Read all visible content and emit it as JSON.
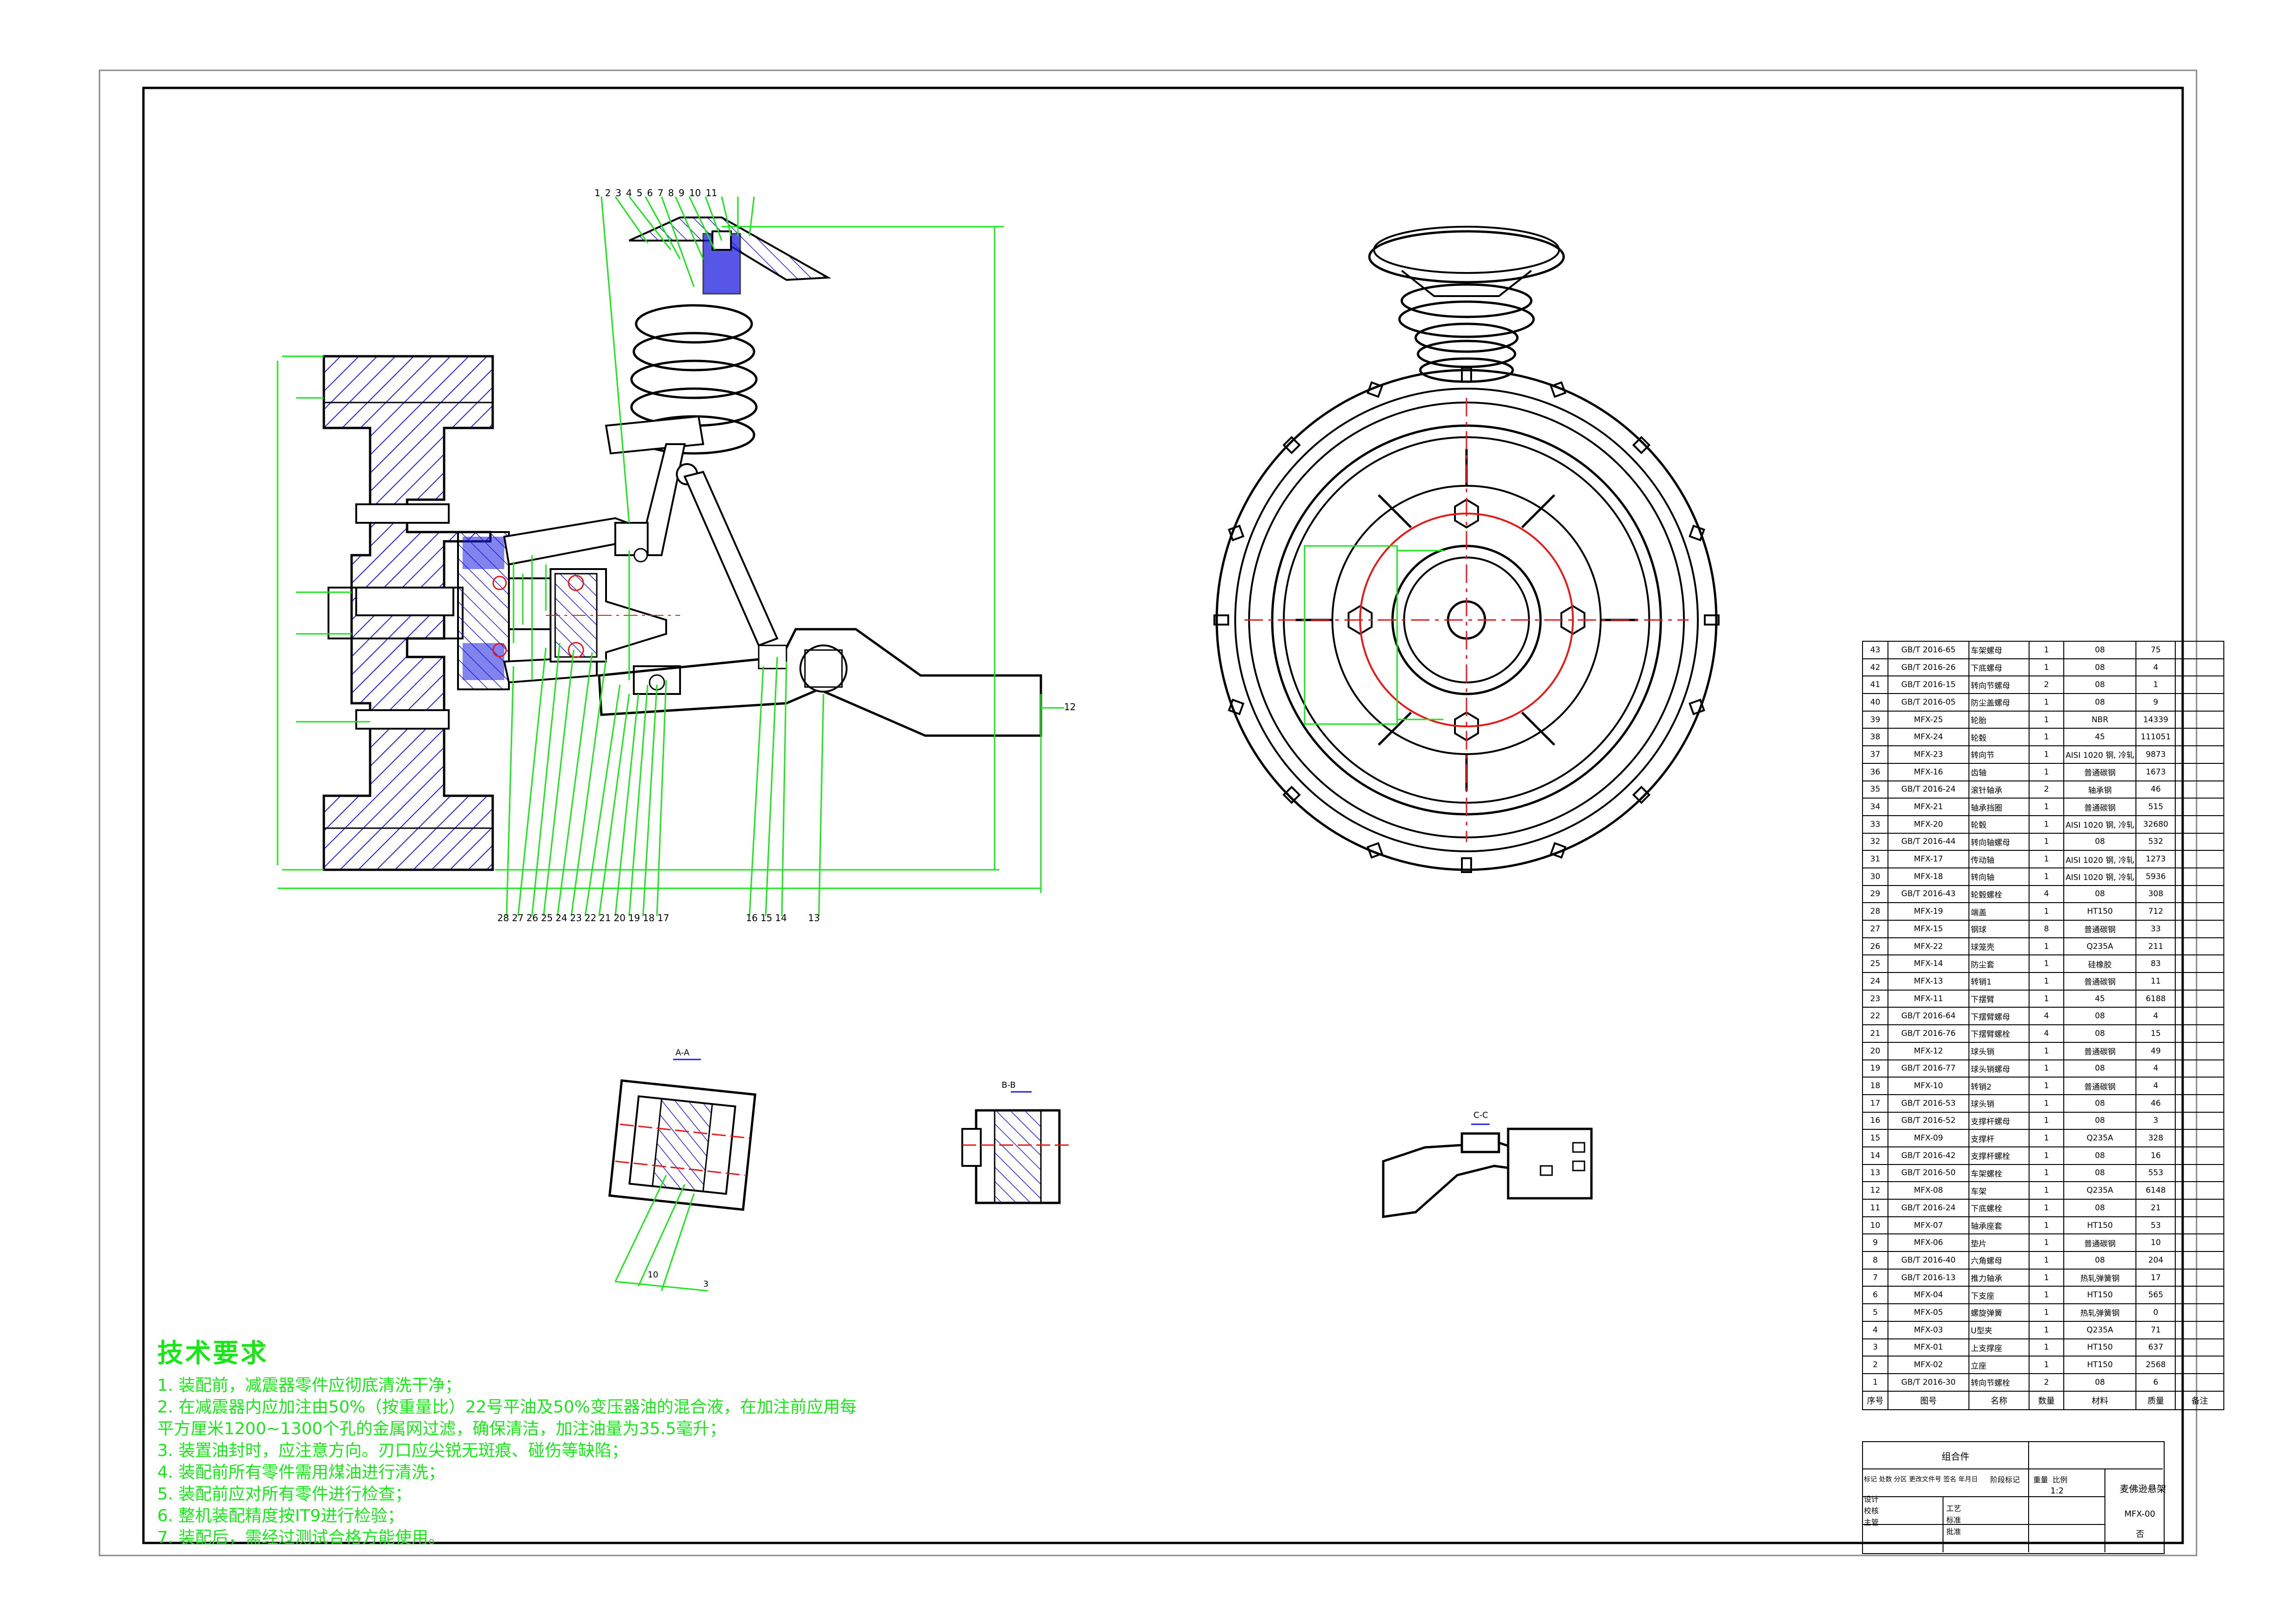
{
  "drawing": {
    "part_number": "MFX-00",
    "title": "麦佛逊悬架",
    "scale": "1:2",
    "assembly_label": "组合件",
    "sheet_mark": "否"
  },
  "title_block_labels": {
    "header_row": "标记 处数 分区 更改文件号 签名 年月日",
    "stage_mark": "阶段标记",
    "weight": "重量",
    "ratio": "比例",
    "design": "设计",
    "check": "校核",
    "supervisor": "主管",
    "craft": "工艺",
    "standard": "标准",
    "approve": "批准"
  },
  "section_labels": {
    "a": "A-A",
    "b": "B-B",
    "c": "C-C"
  },
  "balloons_top": [
    "1",
    "2",
    "3",
    "4",
    "5",
    "6",
    "7",
    "8",
    "9",
    "10",
    "11"
  ],
  "balloons_bottom": [
    "28",
    "27",
    "26",
    "25",
    "24",
    "23",
    "22",
    "21",
    "20",
    "19",
    "18",
    "17",
    "16",
    "15",
    "14",
    "13"
  ],
  "balloon_right": "12",
  "section_a_dims": [
    "10",
    "3"
  ],
  "tech_requirements": {
    "title": "技术要求",
    "lines": [
      "1. 装配前，减震器零件应彻底清洗干净；",
      "2. 在减震器内应加注由50%（按重量比）22号平油及50%变压器油的混合液，在加注前应用每",
      "平方厘米1200~1300个孔的金属网过滤，确保清洁，加注油量为35.5毫升；",
      "3. 装置油封时，应注意方向。刃口应尖锐无斑痕、碰伤等缺陷；",
      "4. 装配前所有零件需用煤油进行清洗；",
      "5. 装配前应对所有零件进行检查；",
      "6. 整机装配精度按IT9进行检验；",
      "7. 装配后，需经过测试合格方能使用。"
    ]
  },
  "bom_header": [
    "序号",
    "图号",
    "名称",
    "数量",
    "材料",
    "质量",
    "备注"
  ],
  "bom": [
    [
      "43",
      "GB/T 2016-65",
      "车架螺母",
      "1",
      "08",
      "75",
      ""
    ],
    [
      "42",
      "GB/T 2016-26",
      "下底螺母",
      "1",
      "08",
      "4",
      ""
    ],
    [
      "41",
      "GB/T 2016-15",
      "转向节螺母",
      "2",
      "08",
      "1",
      ""
    ],
    [
      "40",
      "GB/T 2016-05",
      "防尘盖螺母",
      "1",
      "08",
      "9",
      ""
    ],
    [
      "39",
      "MFX-25",
      "轮胎",
      "1",
      "NBR",
      "14339",
      ""
    ],
    [
      "38",
      "MFX-24",
      "轮毂",
      "1",
      "45",
      "111051",
      ""
    ],
    [
      "37",
      "MFX-23",
      "转向节",
      "1",
      "AISI 1020 钢, 冷轧",
      "9873",
      ""
    ],
    [
      "36",
      "MFX-16",
      "齿轴",
      "1",
      "普通碳钢",
      "1673",
      ""
    ],
    [
      "35",
      "GB/T 2016-24",
      "滚针轴承",
      "2",
      "轴承钢",
      "46",
      ""
    ],
    [
      "34",
      "MFX-21",
      "轴承挡圈",
      "1",
      "普通碳钢",
      "515",
      ""
    ],
    [
      "33",
      "MFX-20",
      "轮毂",
      "1",
      "AISI 1020 钢, 冷轧",
      "32680",
      ""
    ],
    [
      "32",
      "GB/T 2016-44",
      "转向轴螺母",
      "1",
      "08",
      "532",
      ""
    ],
    [
      "31",
      "MFX-17",
      "传动轴",
      "1",
      "AISI 1020 钢, 冷轧",
      "1273",
      ""
    ],
    [
      "30",
      "MFX-18",
      "转向轴",
      "1",
      "AISI 1020 钢, 冷轧",
      "5936",
      ""
    ],
    [
      "29",
      "GB/T 2016-43",
      "轮毂螺栓",
      "4",
      "08",
      "308",
      ""
    ],
    [
      "28",
      "MFX-19",
      "端盖",
      "1",
      "HT150",
      "712",
      ""
    ],
    [
      "27",
      "MFX-15",
      "钢球",
      "8",
      "普通碳钢",
      "33",
      ""
    ],
    [
      "26",
      "MFX-22",
      "球笼壳",
      "1",
      "Q235A",
      "211",
      ""
    ],
    [
      "25",
      "MFX-14",
      "防尘套",
      "1",
      "硅橡胶",
      "83",
      ""
    ],
    [
      "24",
      "MFX-13",
      "转销1",
      "1",
      "普通碳钢",
      "11",
      ""
    ],
    [
      "23",
      "MFX-11",
      "下摆臂",
      "1",
      "45",
      "6188",
      ""
    ],
    [
      "22",
      "GB/T 2016-64",
      "下摆臂螺母",
      "4",
      "08",
      "4",
      ""
    ],
    [
      "21",
      "GB/T 2016-76",
      "下摆臂螺栓",
      "4",
      "08",
      "15",
      ""
    ],
    [
      "20",
      "MFX-12",
      "球头销",
      "1",
      "普通碳钢",
      "49",
      ""
    ],
    [
      "19",
      "GB/T 2016-77",
      "球头销螺母",
      "1",
      "08",
      "4",
      ""
    ],
    [
      "18",
      "MFX-10",
      "转销2",
      "1",
      "普通碳钢",
      "4",
      ""
    ],
    [
      "17",
      "GB/T 2016-53",
      "球头销",
      "1",
      "08",
      "46",
      ""
    ],
    [
      "16",
      "GB/T 2016-52",
      "支撑杆螺母",
      "1",
      "08",
      "3",
      ""
    ],
    [
      "15",
      "MFX-09",
      "支撑杆",
      "1",
      "Q235A",
      "328",
      ""
    ],
    [
      "14",
      "GB/T 2016-42",
      "支撑杆螺栓",
      "1",
      "08",
      "16",
      ""
    ],
    [
      "13",
      "GB/T 2016-50",
      "车架螺栓",
      "1",
      "08",
      "553",
      ""
    ],
    [
      "12",
      "MFX-08",
      "车架",
      "1",
      "Q235A",
      "6148",
      ""
    ],
    [
      "11",
      "GB/T 2016-24",
      "下底螺栓",
      "1",
      "08",
      "21",
      ""
    ],
    [
      "10",
      "MFX-07",
      "轴承座套",
      "1",
      "HT150",
      "53",
      ""
    ],
    [
      "9",
      "MFX-06",
      "垫片",
      "1",
      "普通碳钢",
      "10",
      ""
    ],
    [
      "8",
      "GB/T 2016-40",
      "六角螺母",
      "1",
      "08",
      "204",
      ""
    ],
    [
      "7",
      "GB/T 2016-13",
      "推力轴承",
      "1",
      "热轧弹簧钢",
      "17",
      ""
    ],
    [
      "6",
      "MFX-04",
      "下支座",
      "1",
      "HT150",
      "565",
      ""
    ],
    [
      "5",
      "MFX-05",
      "螺旋弹簧",
      "1",
      "热轧弹簧钢",
      "0",
      ""
    ],
    [
      "4",
      "MFX-03",
      "U型夹",
      "1",
      "Q235A",
      "71",
      ""
    ],
    [
      "3",
      "MFX-01",
      "上支撑座",
      "1",
      "HT150",
      "637",
      ""
    ],
    [
      "2",
      "MFX-02",
      "立座",
      "1",
      "HT150",
      "2568",
      ""
    ],
    [
      "1",
      "GB/T 2016-30",
      "转向节螺栓",
      "2",
      "08",
      "6",
      ""
    ]
  ],
  "colors": {
    "lines": "#000000",
    "dimensions": "#19e619",
    "center_lines": "#e61919",
    "hatch": "#1e1ee0",
    "text": "#19e619"
  }
}
